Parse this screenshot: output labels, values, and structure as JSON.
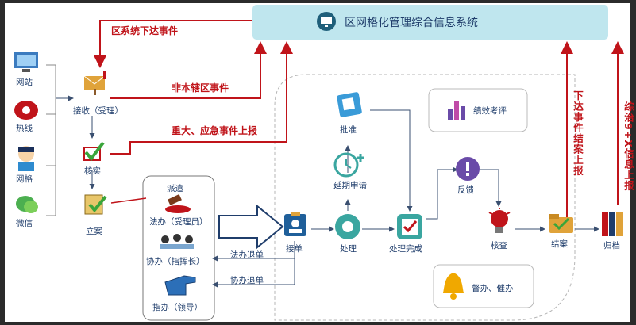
{
  "title": "区网格化管理综合信息系统",
  "channels": [
    "网站",
    "热线",
    "网格",
    "微信"
  ],
  "nodes": {
    "receive": "接收（受理）",
    "verify": "核实",
    "register": "立案",
    "dispatch": "派遣",
    "law_enforce": "法办（受理员）",
    "coordinate": "协办（指挥长）",
    "supervise": "指办（领导）",
    "accept_order": "接单",
    "process": "处理",
    "done": "处理完成",
    "delay_apply": "延期申请",
    "approve": "批准",
    "feedback": "反馈",
    "inspect": "核查",
    "close": "结案",
    "archive": "归档",
    "evaluation": "绩效考评",
    "urge": "督办、催办"
  },
  "arrows": {
    "dispatch_down": "区系统下达事件",
    "non_area": "非本辖区事件",
    "major": "重大、应急事件上报",
    "return_law": "法办退单",
    "return_coord": "协办退单",
    "issue_close": "下达事件结案上报",
    "comprehensive": "综治9+X信息上报"
  },
  "colors": {
    "red": "#c0141a",
    "blue": "#1f3d6b",
    "banner": "#bfe6ee"
  }
}
